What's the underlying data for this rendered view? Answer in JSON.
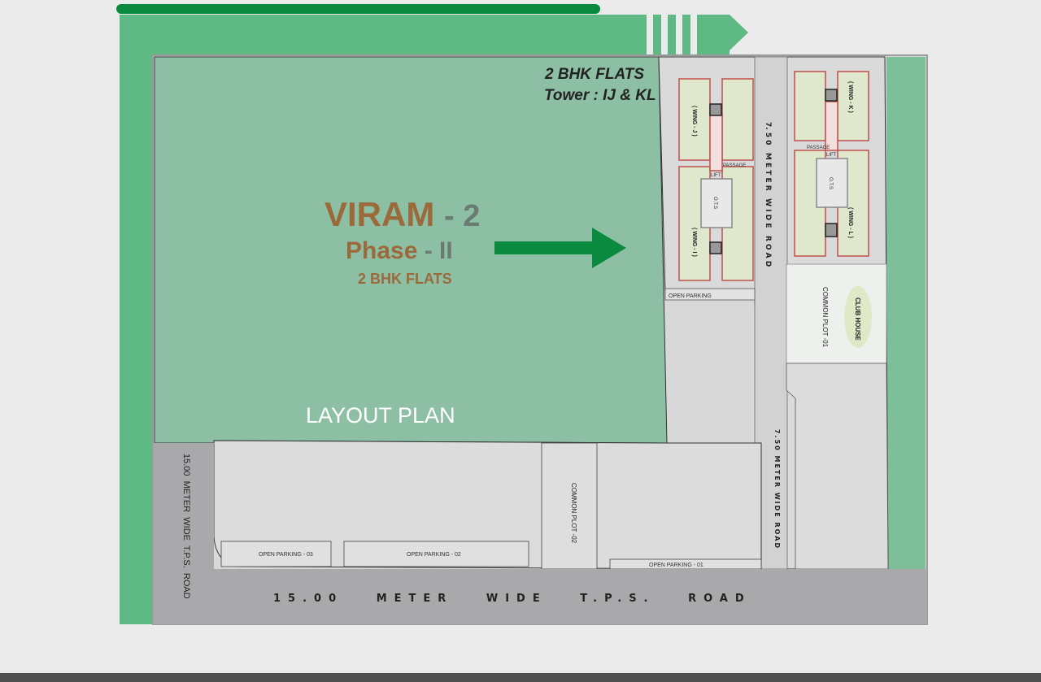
{
  "header": {
    "flats_label": "2 BHK FLATS",
    "tower_label": "Tower : IJ & KL"
  },
  "project": {
    "name": "VIRAM",
    "name_suffix": "- 2",
    "phase": "Phase",
    "phase_suffix": "- II",
    "type": "2 BHK FLATS",
    "layout_title": "LAYOUT PLAN"
  },
  "roads": {
    "main_road": "15.00   METER   WIDE   T.P.S.   ROAD",
    "side_road": "15.00  METER  WIDE  T.P.S.  ROAD",
    "internal_road_upper": "7. 5 0   M E T E R   W I D E   R O A D",
    "internal_road_lower": "7.50 METER WIDE ROAD"
  },
  "areas": {
    "open_parking": "OPEN PARKING",
    "open_parking_01": "OPEN PARKING - 01",
    "open_parking_02": "OPEN PARKING - 02",
    "open_parking_03": "OPEN PARKING - 03",
    "common_plot_01": "COMMON PLOT -01",
    "common_plot_02": "COMMON PLOT -02",
    "club_house": "CLUB HOUSE"
  },
  "buildings": {
    "wing_j": "( WING - J )",
    "wing_i": "( WING - I )",
    "wing_k": "( WING - K )",
    "wing_l": "( WING - L )",
    "ots": "O.T.S",
    "passage": "PASSAGE",
    "lift": "LIFT"
  },
  "colors": {
    "green_band": "#5fb985",
    "phase1_fill": "#8dbfa5",
    "dark_green": "#0a8a3e",
    "title_brown": "#9a6a3a",
    "road_gray": "#a9a9ab",
    "plot_gray": "#dcdcdc",
    "unit_fill": "#dfe8cc",
    "unit_stroke": "#c0504d"
  }
}
